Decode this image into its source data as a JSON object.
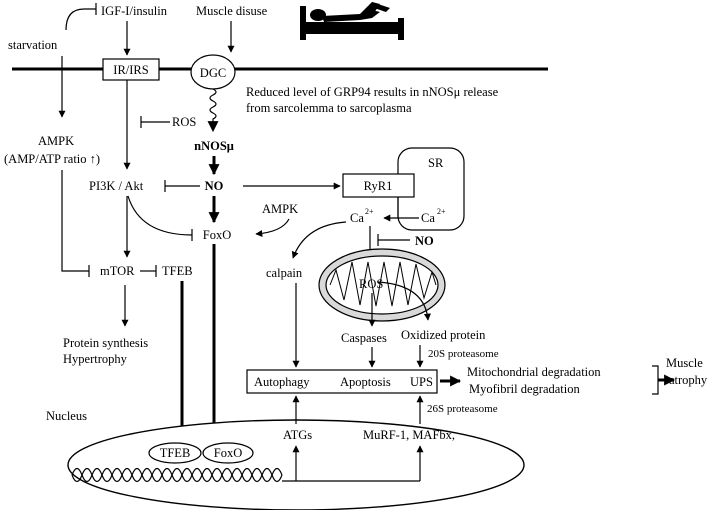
{
  "labels": {
    "igf": "IGF-I/insulin",
    "muscle_disuse": "Muscle disuse",
    "starvation": "starvation",
    "irs": "IR/IRS",
    "dgc": "DGC",
    "grp94_line1": "Reduced level of GRP94 results in nNOSμ release",
    "grp94_line2": "from sarcolemma to sarcoplasma",
    "ros_top": "ROS",
    "ampk_left": "AMPK",
    "ampk_ratio": "(AMP/ATP ratio ↑)",
    "nnos": "nNOSμ",
    "pi3k": "PI3K / Akt",
    "no": "NO",
    "ryr1": "RyR1",
    "sr": "SR",
    "ampk_mid": "AMPK",
    "foxo": "FoxO",
    "ca_left": "Ca",
    "ca_left_sup": "2+",
    "ca_right": "Ca",
    "ca_right_sup": "2+",
    "no_mito": "NO",
    "mtor": "mTOR",
    "tfeb": "TFEB",
    "calpain": "calpain",
    "ros_mito": "ROS",
    "protein_synthesis": "Protein synthesis",
    "hypertrophy": "Hypertrophy",
    "caspases": "Caspases",
    "oxidized_protein": "Oxidized protein",
    "proteasome_20s": "20S proteasome",
    "autophagy": "Autophagy",
    "apoptosis": "Apoptosis",
    "ups": "UPS",
    "mito_degradation": "Mitochondrial degradation",
    "myofibril_degradation": "Myofibril degradation",
    "muscle": "Muscle",
    "atrophy": "atrophy",
    "nucleus": "Nucleus",
    "proteasome_26s": "26S proteasome",
    "atgs": "ATGs",
    "murf": "MuRF-1, MAFbx,",
    "tfeb_nuc": "TFEB",
    "foxo_nuc": "FoxO"
  }
}
